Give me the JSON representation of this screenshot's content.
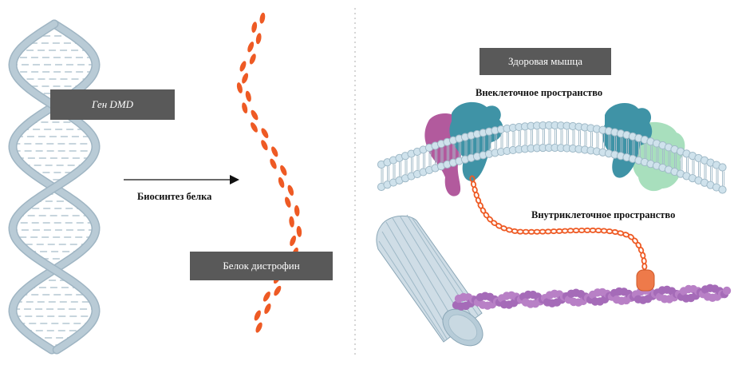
{
  "labels": {
    "gene": "Ген DMD",
    "protein_synthesis": "Биосинтез белка",
    "protein": "Белок дистрофин",
    "healthy_muscle": "Здоровая мышца",
    "extracellular": "Внеклеточное пространство",
    "intracellular": "Внутриклеточное пространство"
  },
  "colors": {
    "dna_strand": "#b9cbd6",
    "dna_rungs": "#c7d5dd",
    "dystrophin": "#ee5a24",
    "membrane_head": "#cfe2ec",
    "membrane_head_stroke": "#9fb9c7",
    "protein_teal": "#3f93a6",
    "protein_magenta": "#b25a9d",
    "protein_green": "#a8dfbd",
    "actin": "#b880c6",
    "muscle_fiber": "#cfdde6",
    "label_box": "#595959",
    "divider": "#bbbbbb"
  }
}
